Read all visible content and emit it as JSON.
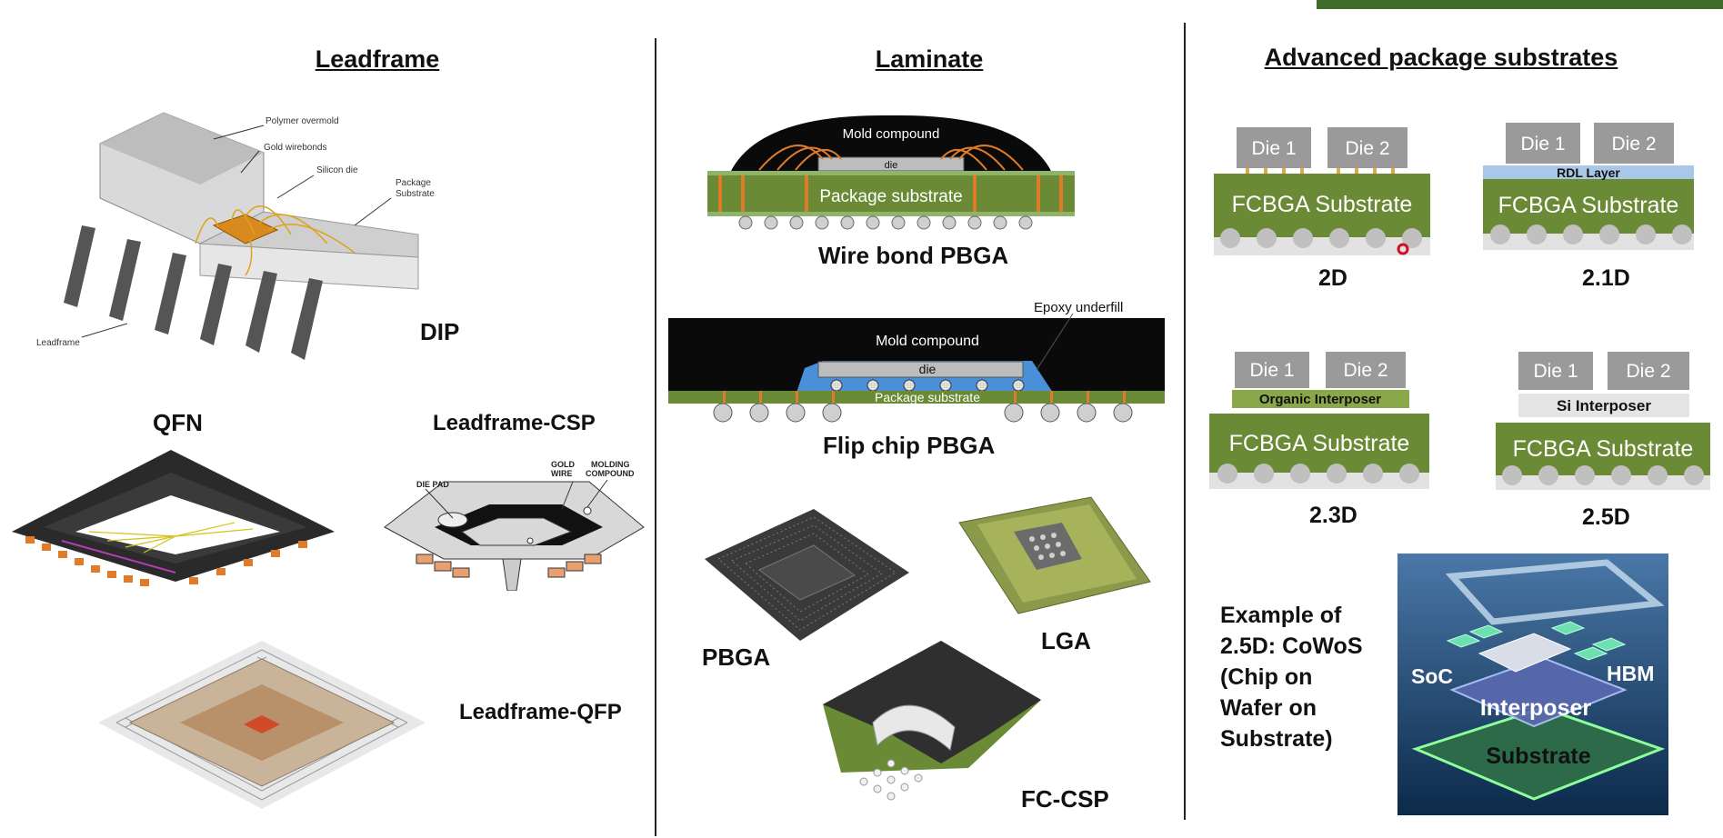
{
  "headers": {
    "leadframe": "Leadframe",
    "laminate": "Laminate",
    "advanced": "Advanced package substrates"
  },
  "leadframe": {
    "dip_label": "DIP",
    "dip_callouts": {
      "overmold": "Polymer overmold",
      "wirebonds": "Gold wirebonds",
      "silicon_die": "Silicon die",
      "package": "Package",
      "substrate": "Substrate",
      "leadframe": "Leadframe"
    },
    "qfn_label": "QFN",
    "csp_label": "Leadframe-CSP",
    "csp_callouts": {
      "die_pad": "DIE PAD",
      "gold": "GOLD",
      "wire": "WIRE",
      "molding": "MOLDING",
      "compound": "COMPOUND"
    },
    "qfp_label": "Leadframe-QFP"
  },
  "laminate": {
    "wirebond": {
      "mold": "Mold compound",
      "die": "die",
      "substrate": "Package substrate",
      "label": "Wire bond PBGA"
    },
    "flipchip": {
      "mold": "Mold compound",
      "die": "die",
      "substrate": "Package substrate",
      "underfill": "Epoxy underfill",
      "label": "Flip chip PBGA"
    },
    "pbga_label": "PBGA",
    "lga_label": "LGA",
    "fccsp_label": "FC-CSP"
  },
  "advanced": {
    "die1": "Die 1",
    "die2": "Die 2",
    "substrate": "FCBGA Substrate",
    "rdl": "RDL Layer",
    "organic": "Organic Interposer",
    "si": "Si  Interposer",
    "label_2d": "2D",
    "label_21d": "2.1D",
    "label_23d": "2.3D",
    "label_25d": "2.5D",
    "example_lines": [
      "Example of",
      "2.5D: CoWoS",
      "(Chip on",
      "Wafer on",
      "Substrate)"
    ],
    "cowos": {
      "soc": "SoC",
      "hbm": "HBM",
      "interposer": "Interposer",
      "substrate": "Substrate"
    }
  },
  "colors": {
    "substrate_green": "#6a8a35",
    "die_gray": "#9a9a9a",
    "bump_gray": "#c8c8c8",
    "rdl_blue": "#a9c7e6",
    "underfill_blue": "#4a90d9",
    "wire_orange": "#e07b2a",
    "mold_black": "#0a0a0a"
  }
}
